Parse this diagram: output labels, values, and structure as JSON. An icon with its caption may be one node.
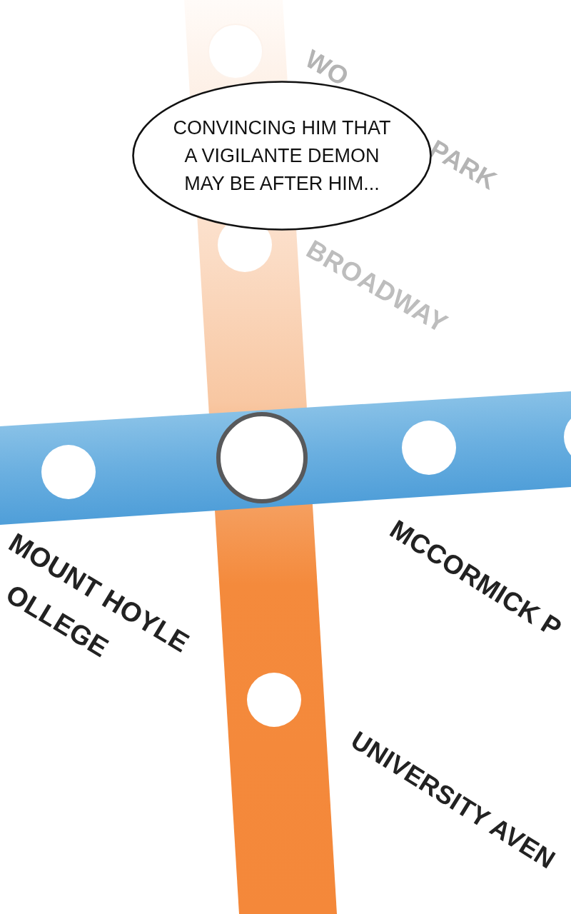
{
  "diagram": {
    "nodes": [
      {
        "text": [
          "CONVINCING HIM THAT A VIGILANTE DEMON MAY BE AFTER HIM..."
        ]
      }
    ],
    "labels": [
      "WO",
      "PARK",
      "BROADWAY",
      "MOUNT HOYLE",
      "OLLEGE",
      "MCCORMICK P",
      "UNIVERSITY AVEN"
    ]
  }
}
